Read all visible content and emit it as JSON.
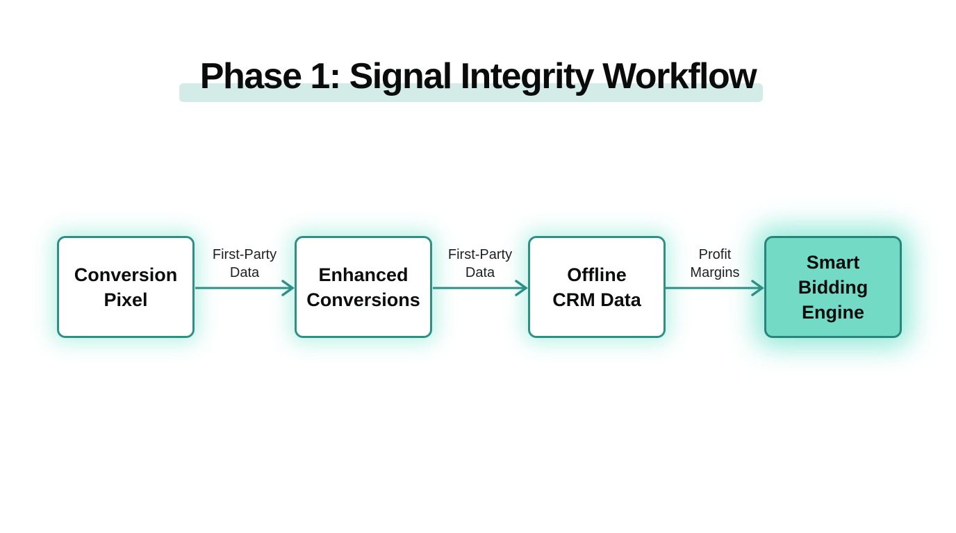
{
  "title": {
    "text": "Phase 1: Signal Integrity Workflow"
  },
  "colors": {
    "accent_teal_border": "#2e8f86",
    "filled_node_fill": "#73dac5",
    "filled_node_border": "#27857c",
    "title_highlight": "#d3ece7",
    "glow": "#71e2c9",
    "node_text": "#0b0d0d",
    "edge_label_text": "#1c1f22",
    "background": "#ffffff"
  },
  "flow": {
    "nodes": [
      {
        "label": [
          "Conversion",
          "Pixel"
        ],
        "variant": "outline"
      },
      {
        "label": [
          "Enhanced",
          "Conversions"
        ],
        "variant": "outline"
      },
      {
        "label": [
          "Offline",
          "CRM Data"
        ],
        "variant": "outline"
      },
      {
        "label": [
          "Smart",
          "Bidding",
          "Engine"
        ],
        "variant": "filled"
      }
    ],
    "edges": [
      {
        "label": [
          "First-Party",
          "Data"
        ]
      },
      {
        "label": [
          "First-Party",
          "Data"
        ]
      },
      {
        "label": [
          "Profit",
          "Margins"
        ]
      }
    ]
  }
}
